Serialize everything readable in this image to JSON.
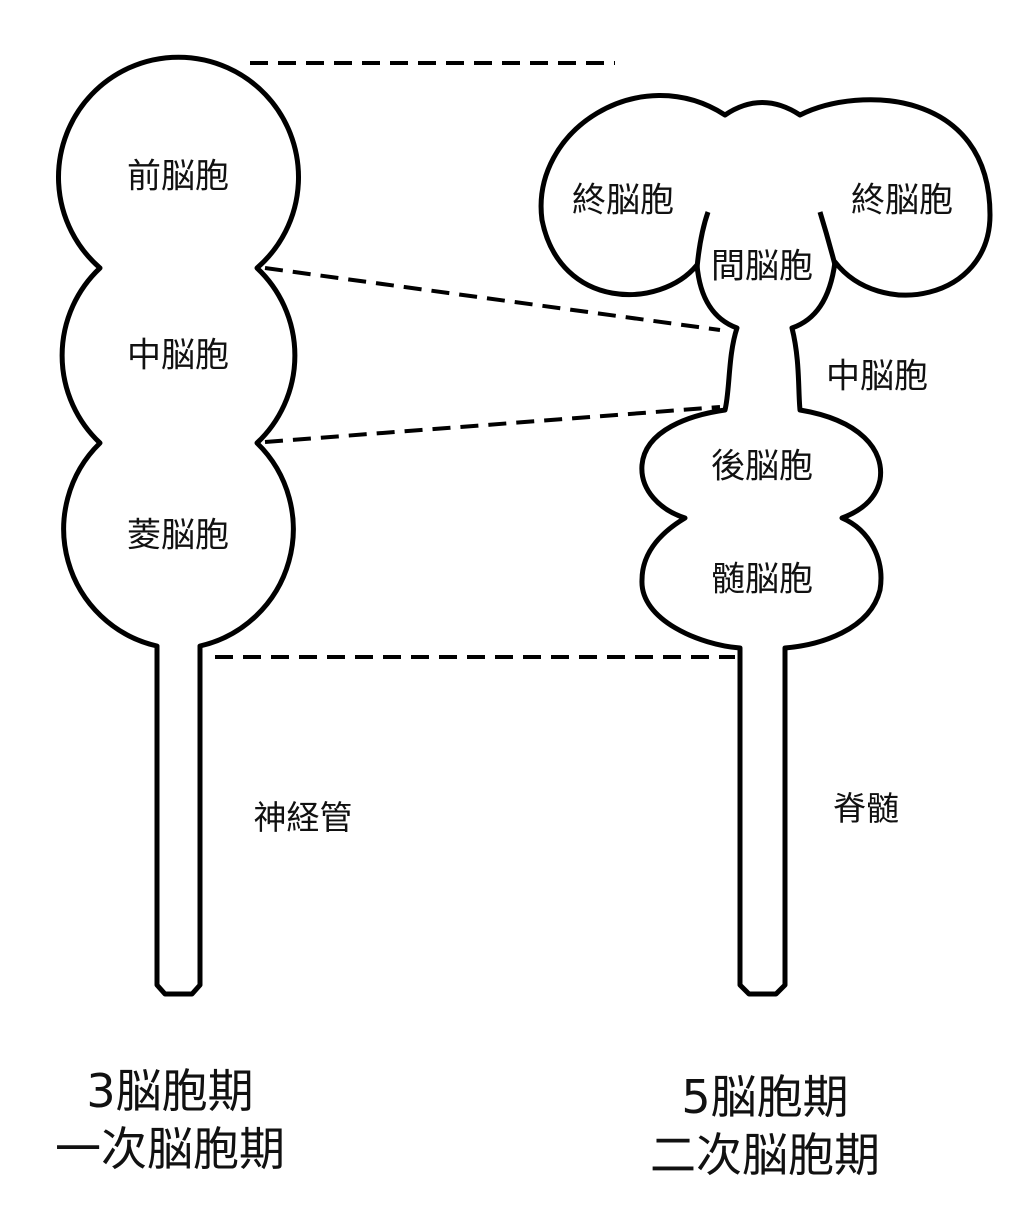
{
  "left": {
    "vesicles": [
      "前脳胞",
      "中脳胞",
      "菱脳胞"
    ],
    "tube_label": "神経管",
    "title_line1": "3脳胞期",
    "title_line2": "一次脳胞期"
  },
  "right": {
    "vesicles": {
      "telencephalon_left": "終脳胞",
      "telencephalon_right": "終脳胞",
      "diencephalon": "間脳胞",
      "mesencephalon": "中脳胞",
      "metencephalon": "後脳胞",
      "myelencephalon": "髄脳胞"
    },
    "cord_label": "脊髄",
    "title_line1": "5脳胞期",
    "title_line2": "二次脳胞期"
  },
  "colors": {
    "stroke": "#000000",
    "fill": "#ffffff"
  }
}
